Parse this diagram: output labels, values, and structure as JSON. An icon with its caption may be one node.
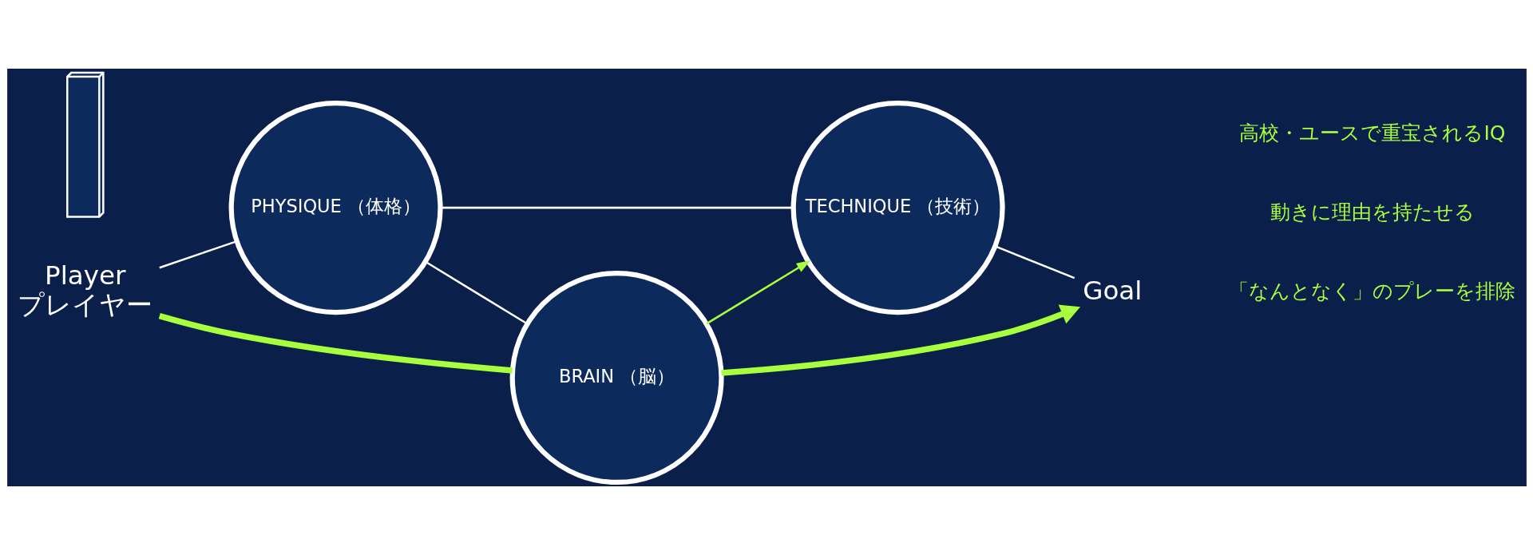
{
  "diagram": {
    "nodes": [
      {
        "text": [
          "Player",
          "プレイヤー"
        ]
      },
      {
        "text": [],
        "shape": "picture"
      },
      {
        "text": [
          "PHYSIQUE （体格）"
        ]
      },
      {
        "text": [
          "TECHNIQUE （技術）"
        ]
      },
      {
        "text": [
          "BRAIN （脳）"
        ]
      },
      {
        "text": [
          "Goal"
        ]
      }
    ],
    "edges": [
      {
        "from": 0,
        "to": 2,
        "arrow": "none"
      },
      {
        "from": 2,
        "to": 3,
        "arrow": "none"
      },
      {
        "from": 3,
        "to": 5,
        "arrow": "none"
      },
      {
        "from": 2,
        "to": 4,
        "arrow": "none"
      },
      {
        "from": 0,
        "to": 4,
        "arrow": "none",
        "style": "thick",
        "color": "#a8ff3e"
      },
      {
        "from": 4,
        "to": 5,
        "arrow": "to",
        "style": "thick",
        "color": "#a8ff3e"
      },
      {
        "from": 4,
        "to": 3,
        "arrow": "to",
        "color": "#a8ff3e"
      }
    ],
    "labels": [
      "「なんとなく」のプレーを排除",
      "動きに理由を持たせる",
      "高校・ユースで重宝されるIQ"
    ]
  }
}
